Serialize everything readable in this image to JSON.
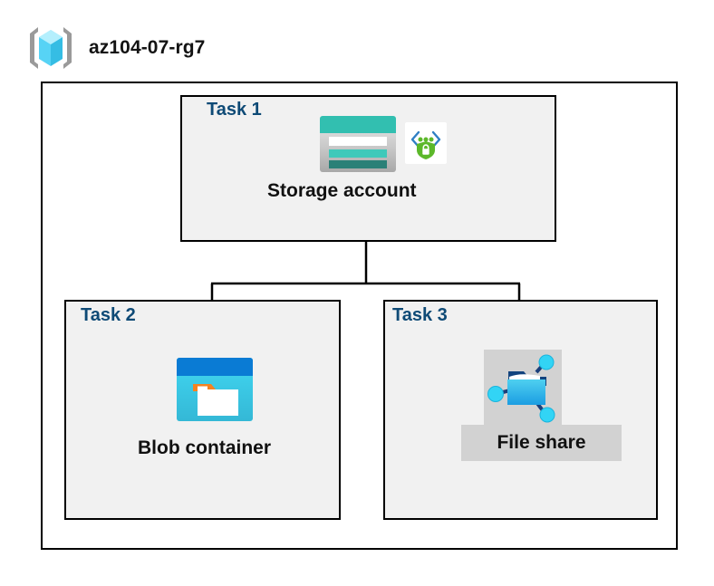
{
  "header": {
    "icon": "resource-group-icon",
    "title": "az104-07-rg7"
  },
  "diagram": {
    "type": "hierarchy",
    "root": "az104-07-rg7",
    "nodes": [
      {
        "id": "task1",
        "task_label": "Task 1",
        "node_label": "Storage account",
        "icon": "storage-account-icon",
        "badge_icon": "secure-endpoint-shield-icon"
      },
      {
        "id": "task2",
        "task_label": "Task 2",
        "node_label": "Blob container",
        "icon": "blob-container-icon"
      },
      {
        "id": "task3",
        "task_label": "Task 3",
        "node_label": "File share",
        "icon": "file-share-icon",
        "highlighted": true
      }
    ],
    "edges": [
      {
        "from": "task1",
        "to": "task2"
      },
      {
        "from": "task1",
        "to": "task3"
      }
    ]
  },
  "colors": {
    "task_label": "#0e4a76",
    "node_label": "#111111",
    "box_border": "#000000",
    "box_fill": "#f1f1f1",
    "page_background": "#ffffff",
    "connector": "#000000",
    "highlight": "#d2d2d2",
    "storage_teal": "#32bfb0",
    "storage_teal_dark": "#2a8077",
    "blob_blue": "#0a7bd4",
    "blob_cyan": "#3ed3f0",
    "blob_orange": "#f58220",
    "file_share_blue": "#1b9de2",
    "node_cyan": "#32d4f5",
    "shield_green": "#5cb82a",
    "bracket_gray": "#9a9a9a",
    "cube_cyan": "#8fe4fb"
  }
}
